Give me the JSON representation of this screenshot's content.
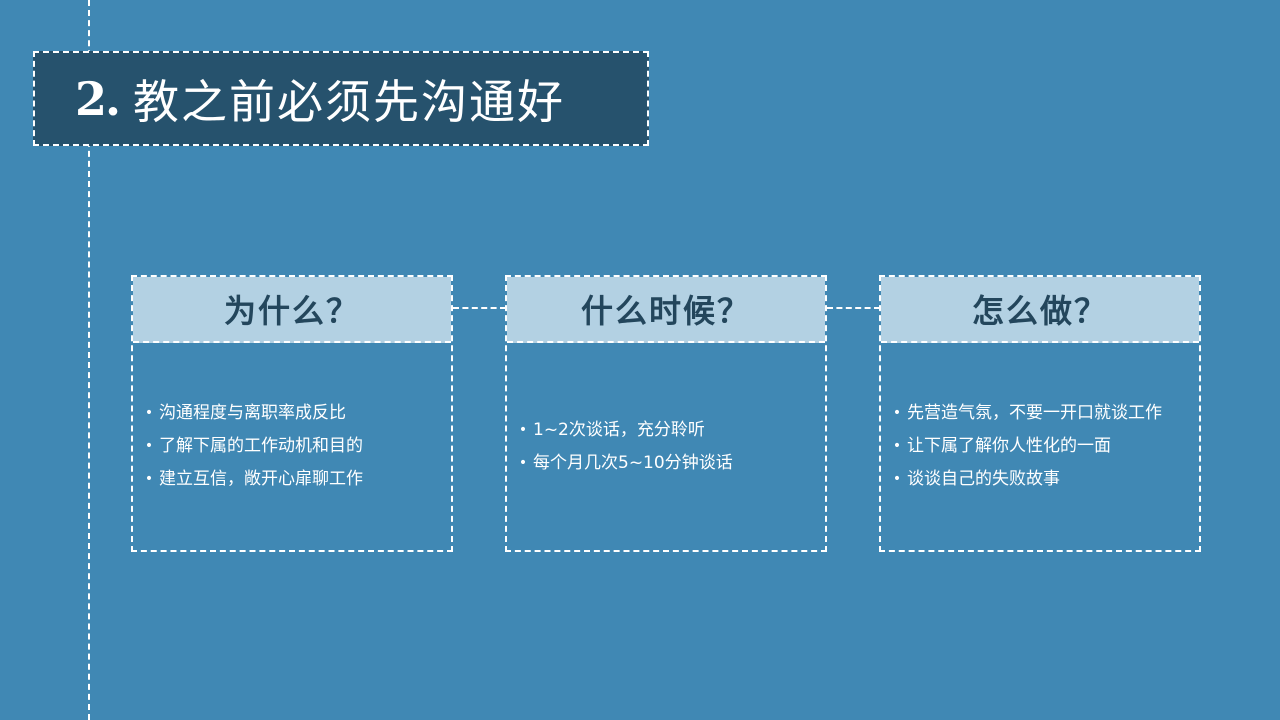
{
  "title": {
    "number": "2.",
    "text": "教之前必须先沟通好"
  },
  "cards": [
    {
      "heading": "为什么？",
      "items": [
        "沟通程度与离职率成反比",
        "了解下属的工作动机和目的",
        "建立互信，敞开心扉聊工作"
      ]
    },
    {
      "heading": "什么时候？",
      "items": [
        "1~2次谈话，充分聆听",
        "每个月几次5~10分钟谈话"
      ]
    },
    {
      "heading": "怎么做？",
      "items": [
        "先营造气氛，不要一开口就谈工作",
        "让下属了解你人性化的一面",
        "谈谈自己的失败故事"
      ]
    }
  ],
  "bullet_symbol": "•",
  "colors": {
    "background": "#4088b4",
    "title_box": "#26526d",
    "card_header": "#b3d1e3",
    "card_header_text": "#23465c",
    "dashed_lines": "#ffffff"
  }
}
